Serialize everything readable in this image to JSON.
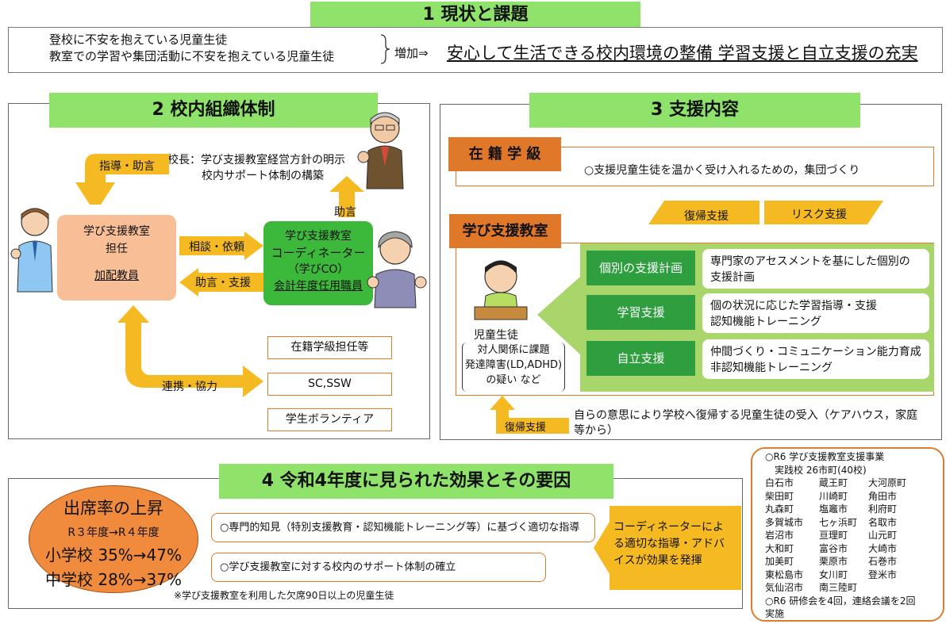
{
  "section1": {
    "title": "1 現状と課題",
    "line1": "登校に不安を抱えている児童生徒",
    "line2": "教室での学習や集団活動に不安を抱えている児童生徒",
    "increase": "増加⇒",
    "goal": "安心して生活できる校内環境の整備 学習支援と自立支援の充実"
  },
  "section2": {
    "title": "2 校内組織体制",
    "principal_line1": "校長：学び支援教室経営方針の明示",
    "principal_line2": "校内サポート体制の構築",
    "guidance_label": "指導・助言",
    "advice_label": "助言",
    "teacher_line1": "学び支援教室",
    "teacher_line2": "担任",
    "teacher_line3": "加配教員",
    "consult_label": "相談・依頼",
    "support_label": "助言・支援",
    "coord_line1": "学び支援教室",
    "coord_line2": "コーディネーター",
    "coord_line3": "（学びCO）",
    "coord_line4": "会計年度任用職員",
    "cooperation_label": "連携・協力",
    "partners": [
      "在籍学級担任等",
      "SC,SSW",
      "学生ボランティア"
    ]
  },
  "section3": {
    "title": "3 支援内容",
    "class_label": "在 籍 学 級",
    "class_text": "○支援児童生徒を温かく受け入れるための，集団づくり",
    "return_label": "復帰支援",
    "risk_label": "リスク支援",
    "room_label": "学び支援教室",
    "student_label": "児童生徒",
    "student_note_line1": "対人関係に課題",
    "student_note_line2": "発達障害(LD,ADHD)",
    "student_note_line3": "の疑い など",
    "rows": [
      {
        "label": "個別の支援計画",
        "text1": "専門家のアセスメントを基にした個別の",
        "text2": "支援計画"
      },
      {
        "label": "学習支援",
        "text1": "個の状況に応じた学習指導・支援",
        "text2": "認知機能トレーニング"
      },
      {
        "label": "自立支援",
        "text1": "仲間づくり・コミュニケーション能力育成",
        "text2": "非認知機能トレーニング"
      }
    ],
    "return_label2": "復帰支援",
    "bottom_text1": "自らの意思により学校へ復帰する児童生徒の受入（ケアハウス，家庭",
    "bottom_text2": "等から）"
  },
  "section4": {
    "title": "4 令和4年度に見られた効果とその要因",
    "rate_title": "出席率の上昇",
    "rate_years": "R３年度→R４年度",
    "rate_elem": "小学校 35%→47%",
    "rate_junior": "中学校 28%→37%",
    "factor1": "○専門的知見（特別支援教育・認知機能トレーニング等）に基づく適切な指導",
    "factor2": "○学び支援教室に対する校内のサポート体制の確立",
    "note": "※学び支援教室を利用した欠席90日以上の児童生徒",
    "coord_effect_line1": "コーディネーターによ",
    "coord_effect_line2": "る適切な指導・アドバ",
    "coord_effect_line3": "イスが効果を発揮"
  },
  "sidebox": {
    "line1": "○R6 学び支援教室支援事業",
    "line2": "実践校 26市町(40校)",
    "towns": [
      [
        "白石市",
        "蔵王町",
        "大河原町"
      ],
      [
        "柴田町",
        "川崎町",
        "角田市"
      ],
      [
        "丸森町",
        "塩竈市",
        "利府町"
      ],
      [
        "多賀城市",
        "七ヶ浜町",
        "名取市"
      ],
      [
        "岩沼市",
        "亘理町",
        "山元町"
      ],
      [
        "大和町",
        "富谷市",
        "大崎市"
      ],
      [
        "加美町",
        "栗原市",
        "石巻市"
      ],
      [
        "東松島市",
        "女川町",
        "登米市"
      ],
      [
        "気仙沼市",
        "南三陸町",
        ""
      ]
    ],
    "line_last1": "○R6 研修会を4回，連絡会議を2回",
    "line_last2": "実施"
  }
}
